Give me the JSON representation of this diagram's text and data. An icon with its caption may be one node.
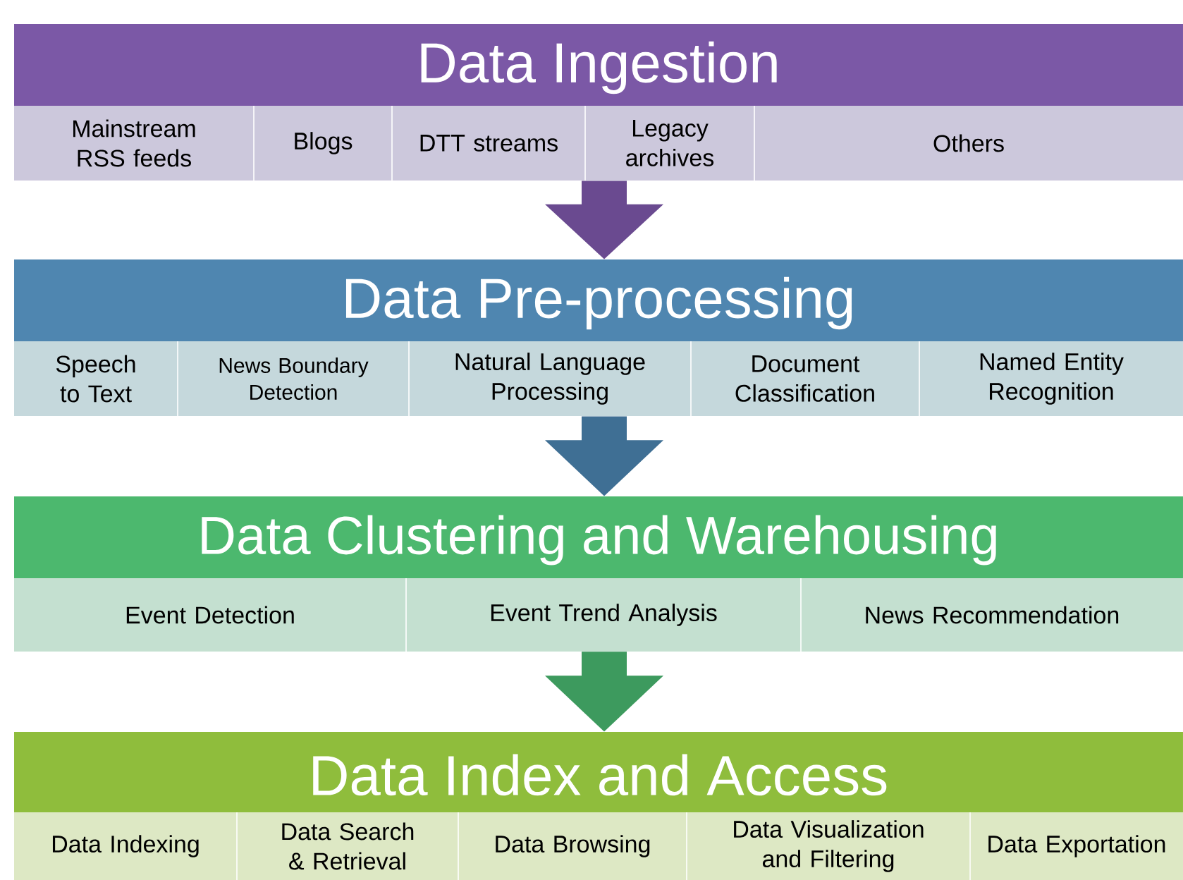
{
  "diagram": {
    "nodes": [
      {
        "text": [
          "Data Ingestion"
        ]
      },
      {
        "text": [
          "Mainstream RSS feeds"
        ],
        "in": 0
      },
      {
        "text": [
          "Blogs"
        ],
        "in": 0
      },
      {
        "text": [
          "DTT streams"
        ],
        "in": 0
      },
      {
        "text": [
          "Legacy archives"
        ],
        "in": 0
      },
      {
        "text": [
          "Others"
        ],
        "in": 0
      },
      {
        "text": [
          "Data Pre-processing"
        ]
      },
      {
        "text": [
          "Speech to Text"
        ],
        "in": 6
      },
      {
        "text": [
          "News Boundary Detection"
        ],
        "in": 6
      },
      {
        "text": [
          "Natural Language Processing"
        ],
        "in": 6
      },
      {
        "text": [
          "Document Classification"
        ],
        "in": 6
      },
      {
        "text": [
          "Named Entity Recognition"
        ],
        "in": 6
      },
      {
        "text": [
          "Data Clustering and Warehousing"
        ]
      },
      {
        "text": [
          "Event  Detection"
        ],
        "in": 12
      },
      {
        "text": [
          "Event Trend Analysis"
        ],
        "in": 12
      },
      {
        "text": [
          "News Recommendation"
        ],
        "in": 12
      },
      {
        "text": [
          "Data Index and Access"
        ]
      },
      {
        "text": [
          "Data Indexing"
        ],
        "in": 16
      },
      {
        "text": [
          "Data Search & Retrieval"
        ],
        "in": 16
      },
      {
        "text": [
          "Data Browsing"
        ],
        "in": 16
      },
      {
        "text": [
          "Data Visualization and Filtering"
        ],
        "in": 16
      },
      {
        "text": [
          "Data Exportation"
        ],
        "in": 16
      }
    ],
    "edges": [
      {
        "from": 0,
        "to": 6,
        "arrow": "to",
        "color": "#6a4a90"
      },
      {
        "from": 6,
        "to": 12,
        "arrow": "to",
        "color": "#3f6f94"
      },
      {
        "from": 12,
        "to": 16,
        "arrow": "to",
        "color": "#3d9a5e"
      }
    ]
  }
}
